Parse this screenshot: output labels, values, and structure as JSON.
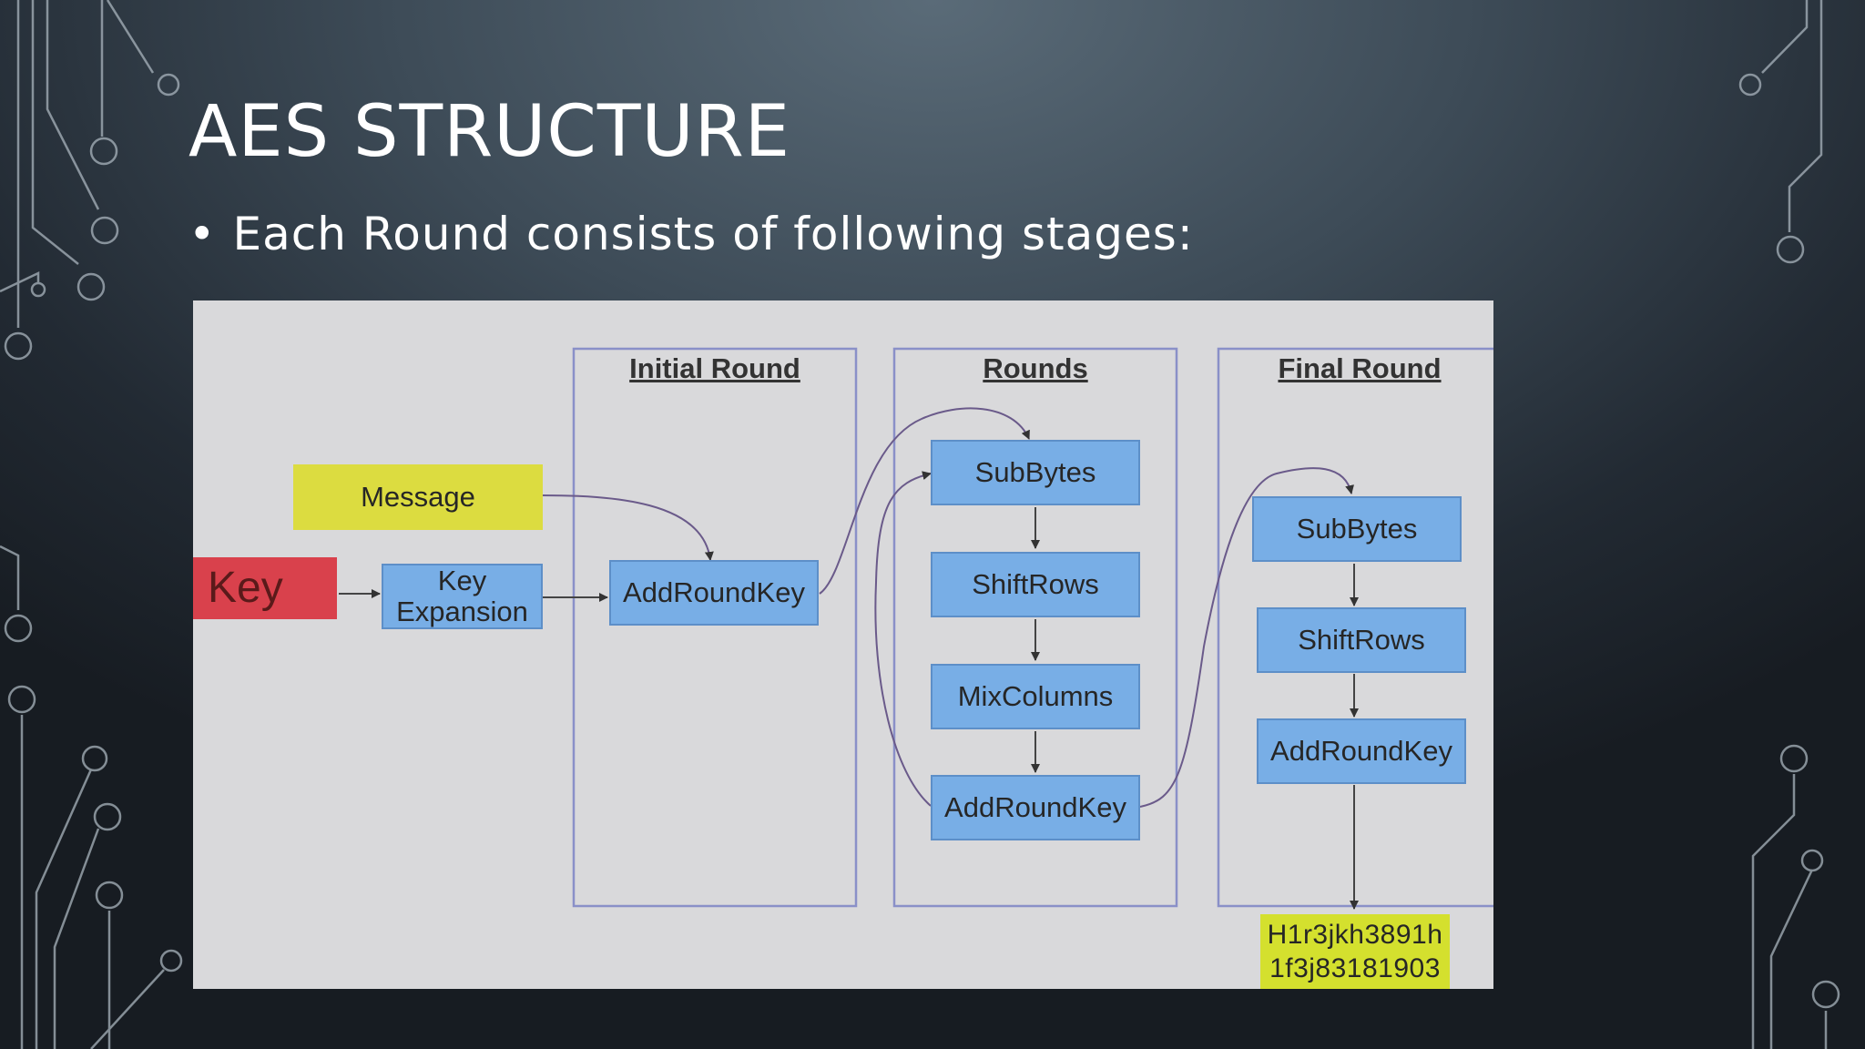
{
  "slide": {
    "title": "AES STRUCTURE",
    "bullet_marker": "•",
    "bullet_text": "Each Round consists of following stages:"
  },
  "diagram": {
    "sections": {
      "initial": "Initial Round",
      "rounds": "Rounds",
      "final": "Final Round"
    },
    "inputs": {
      "message": "Message",
      "key": "Key",
      "key_expansion_line1": "Key",
      "key_expansion_line2": "Expansion"
    },
    "initial_round": {
      "add_round_key": "AddRoundKey"
    },
    "rounds": {
      "sub_bytes": "SubBytes",
      "shift_rows": "ShiftRows",
      "mix_columns": "MixColumns",
      "add_round_key": "AddRoundKey"
    },
    "final_round": {
      "sub_bytes": "SubBytes",
      "shift_rows": "ShiftRows",
      "add_round_key": "AddRoundKey"
    },
    "output": {
      "line1": "H1r3jkh3891h",
      "line2": "1f3j83181903"
    }
  },
  "colors": {
    "stage_box": "#78aee6",
    "message_box": "#dcdc40",
    "key_box": "#d9414c",
    "output_box": "#d4e02e",
    "section_border": "#8a90c8",
    "arrow": "#444444"
  }
}
